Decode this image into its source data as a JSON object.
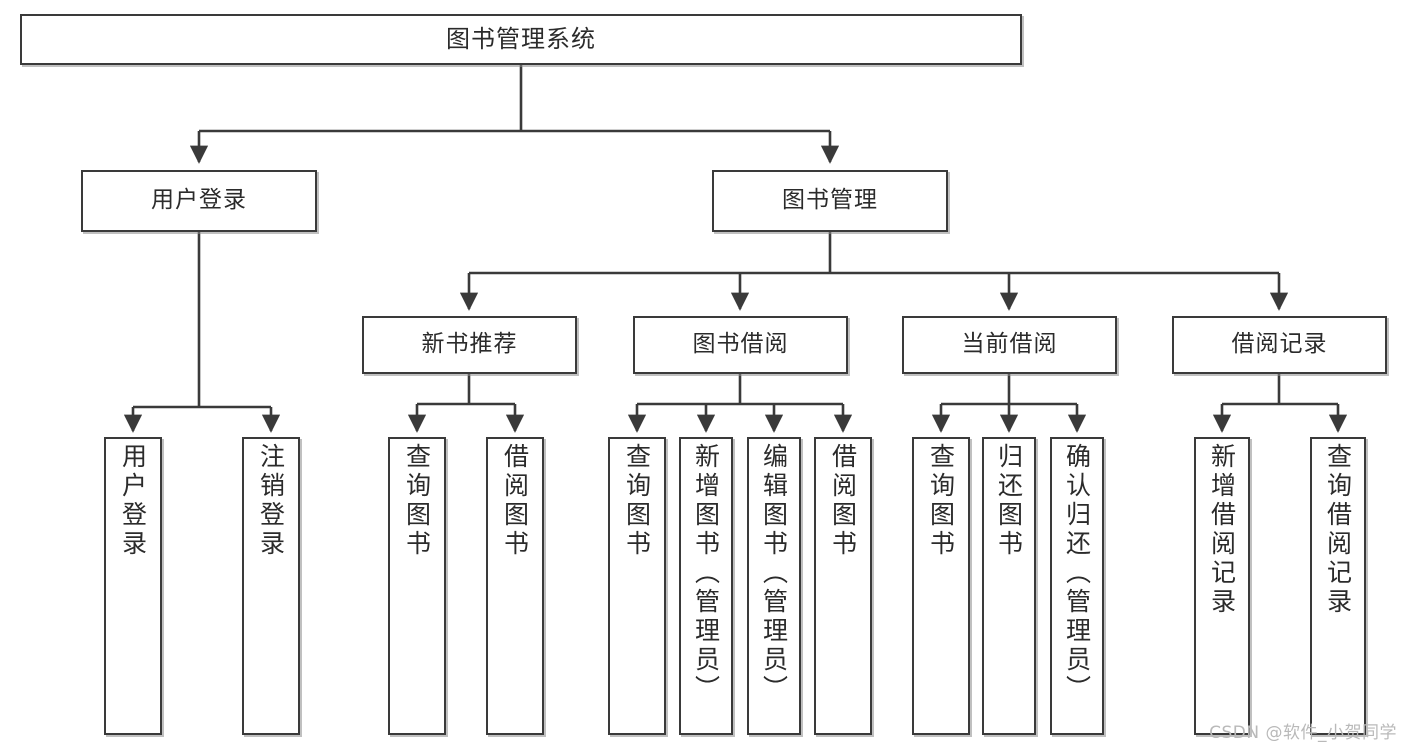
{
  "diagram": {
    "title": "图书管理系统",
    "type": "tree-hierarchy-chart",
    "watermark": "CSDN @软件_小贺同学",
    "colors": {
      "box_border": "#3a3a3a",
      "box_fill": "#ffffff",
      "connector": "#3a3a3a",
      "text": "#2b2b2b",
      "watermark": "#b9b9b9"
    },
    "levels": {
      "level1": [
        {
          "id": "root",
          "label": "图书管理系统",
          "orientation": "horizontal"
        }
      ],
      "level2": [
        {
          "id": "user-login",
          "label": "用户登录",
          "orientation": "horizontal"
        },
        {
          "id": "book-manage",
          "label": "图书管理",
          "orientation": "horizontal"
        }
      ],
      "level3": [
        {
          "id": "new-book-rec",
          "label": "新书推荐",
          "orientation": "horizontal",
          "parent": "book-manage"
        },
        {
          "id": "book-borrow",
          "label": "图书借阅",
          "orientation": "horizontal",
          "parent": "book-manage"
        },
        {
          "id": "current-borrow",
          "label": "当前借阅",
          "orientation": "horizontal",
          "parent": "book-manage"
        },
        {
          "id": "borrow-record",
          "label": "借阅记录",
          "orientation": "horizontal",
          "parent": "book-manage"
        }
      ],
      "level4": [
        {
          "id": "leaf-user-login",
          "label": "用户登录",
          "orientation": "vertical",
          "parent": "user-login"
        },
        {
          "id": "leaf-logout-login",
          "label": "注销登录",
          "orientation": "vertical",
          "parent": "user-login"
        },
        {
          "id": "leaf-query-book-1",
          "label": "查询图书",
          "orientation": "vertical",
          "parent": "new-book-rec"
        },
        {
          "id": "leaf-borrow-book-1",
          "label": "借阅图书",
          "orientation": "vertical",
          "parent": "new-book-rec"
        },
        {
          "id": "leaf-query-book-2",
          "label": "查询图书",
          "orientation": "vertical",
          "parent": "book-borrow"
        },
        {
          "id": "leaf-add-book",
          "label": "新增图书（管理员）",
          "orientation": "vertical",
          "parent": "book-borrow"
        },
        {
          "id": "leaf-edit-book",
          "label": "编辑图书（管理员）",
          "orientation": "vertical",
          "parent": "book-borrow"
        },
        {
          "id": "leaf-borrow-book-2",
          "label": "借阅图书",
          "orientation": "vertical",
          "parent": "book-borrow"
        },
        {
          "id": "leaf-query-book-3",
          "label": "查询图书",
          "orientation": "vertical",
          "parent": "current-borrow"
        },
        {
          "id": "leaf-return-book",
          "label": "归还图书",
          "orientation": "vertical",
          "parent": "current-borrow"
        },
        {
          "id": "leaf-confirm-return",
          "label": "确认归还（管理员）",
          "orientation": "vertical",
          "parent": "current-borrow"
        },
        {
          "id": "leaf-add-record",
          "label": "新增借阅记录",
          "orientation": "vertical",
          "parent": "borrow-record"
        },
        {
          "id": "leaf-query-record",
          "label": "查询借阅记录",
          "orientation": "vertical",
          "parent": "borrow-record"
        }
      ]
    }
  }
}
